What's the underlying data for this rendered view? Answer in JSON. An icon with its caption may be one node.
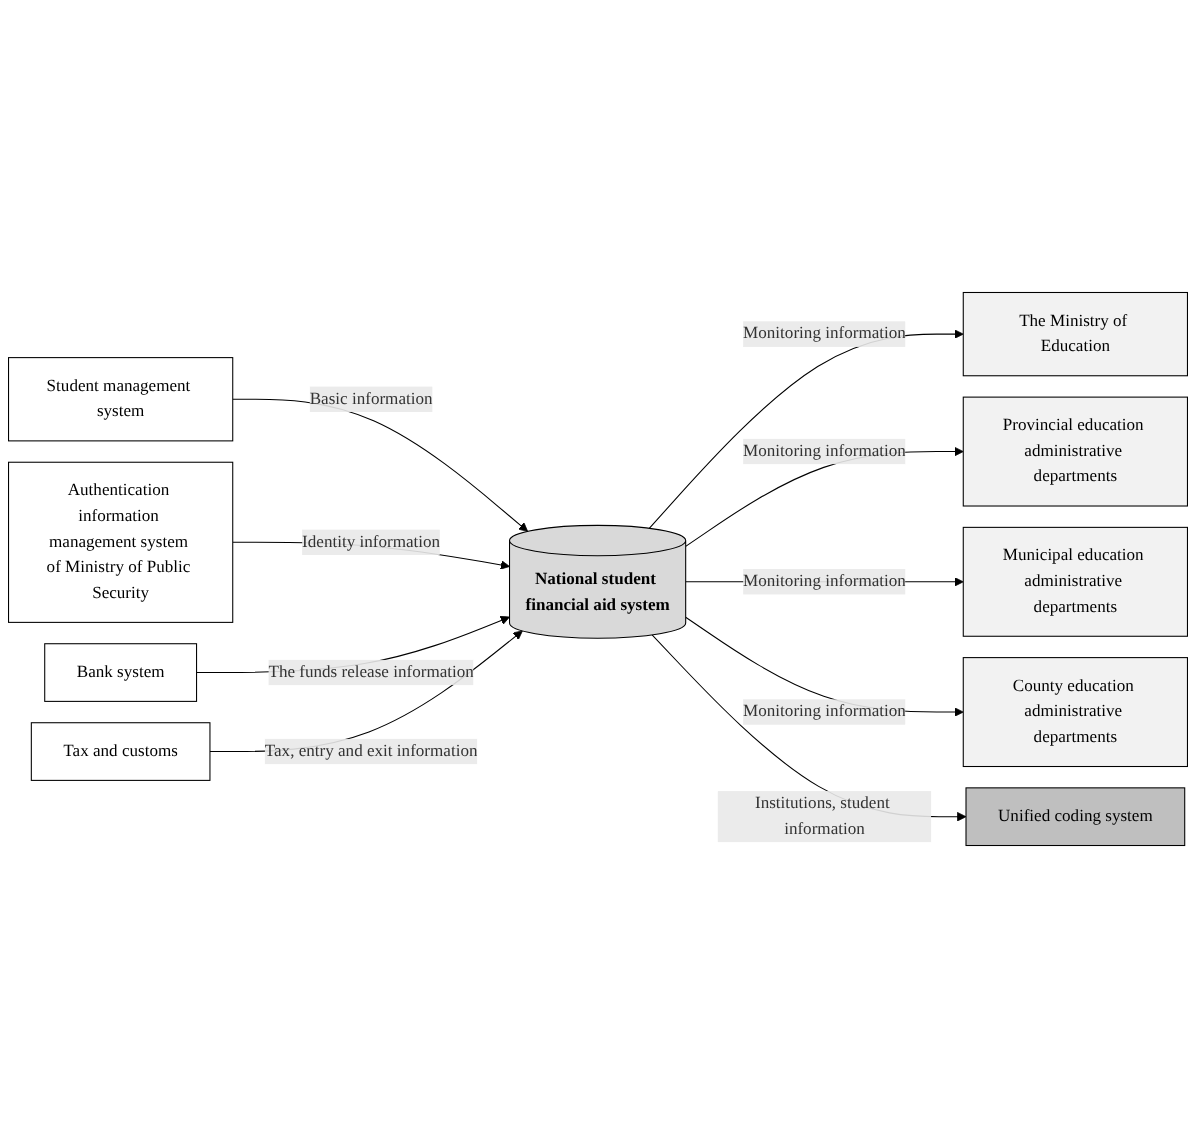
{
  "diagram": {
    "nodes": [
      {
        "text": [
          "Student management system"
        ]
      },
      {
        "text": [
          "Authentication information management system of Ministry of Public Security"
        ]
      },
      {
        "text": [
          "Bank system"
        ]
      },
      {
        "text": [
          "Tax and customs"
        ]
      },
      {
        "text": [
          "National student financial aid system"
        ]
      },
      {
        "text": [
          "The Ministry of Education"
        ]
      },
      {
        "text": [
          "Provincial education administrative departments"
        ]
      },
      {
        "text": [
          "Municipal education administrative departments"
        ]
      },
      {
        "text": [
          "County education administrative departments"
        ]
      },
      {
        "text": [
          "Unified coding system"
        ]
      }
    ],
    "edges": [
      {
        "from": 0,
        "to": 4,
        "arrow": "to",
        "label": "Basic information"
      },
      {
        "from": 1,
        "to": 4,
        "arrow": "to",
        "label": "Identity information"
      },
      {
        "from": 2,
        "to": 4,
        "arrow": "to",
        "label": "The funds release information"
      },
      {
        "from": 3,
        "to": 4,
        "arrow": "to",
        "label": "Tax, entry and exit information"
      },
      {
        "from": 4,
        "to": 5,
        "arrow": "to",
        "label": "Monitoring information"
      },
      {
        "from": 4,
        "to": 6,
        "arrow": "to",
        "label": "Monitoring information"
      },
      {
        "from": 4,
        "to": 7,
        "arrow": "to",
        "label": "Monitoring information"
      },
      {
        "from": 4,
        "to": 8,
        "arrow": "to",
        "label": "Monitoring information"
      },
      {
        "from": 4,
        "to": 9,
        "arrow": "to",
        "label": "Institutions, student information"
      }
    ]
  }
}
